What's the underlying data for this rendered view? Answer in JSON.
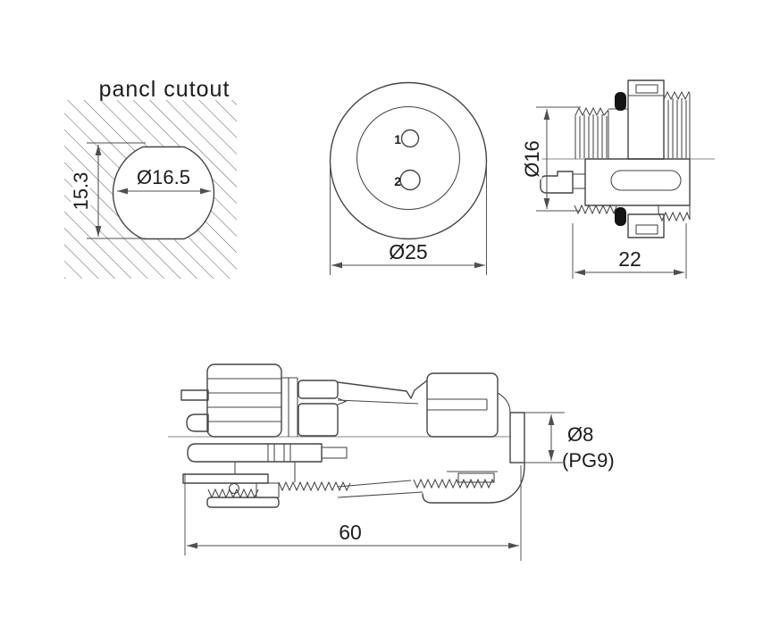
{
  "drawing": {
    "title": "pancl cutout",
    "panel_cutout": {
      "diameter": "Ø16.5",
      "height": "15.3"
    },
    "front_view": {
      "pin1": "1",
      "pin2": "2",
      "diameter": "Ø25"
    },
    "side_view": {
      "diameter": "Ø16",
      "length": "22"
    },
    "assembly_view": {
      "cable_diameter": "Ø8",
      "gland_thread": "(PG9)",
      "length": "60"
    },
    "colors": {
      "line": "#454545",
      "dim": "#4f4f4f",
      "text": "#1c1c1c",
      "seal": "#141414",
      "background": "#ffffff"
    }
  }
}
